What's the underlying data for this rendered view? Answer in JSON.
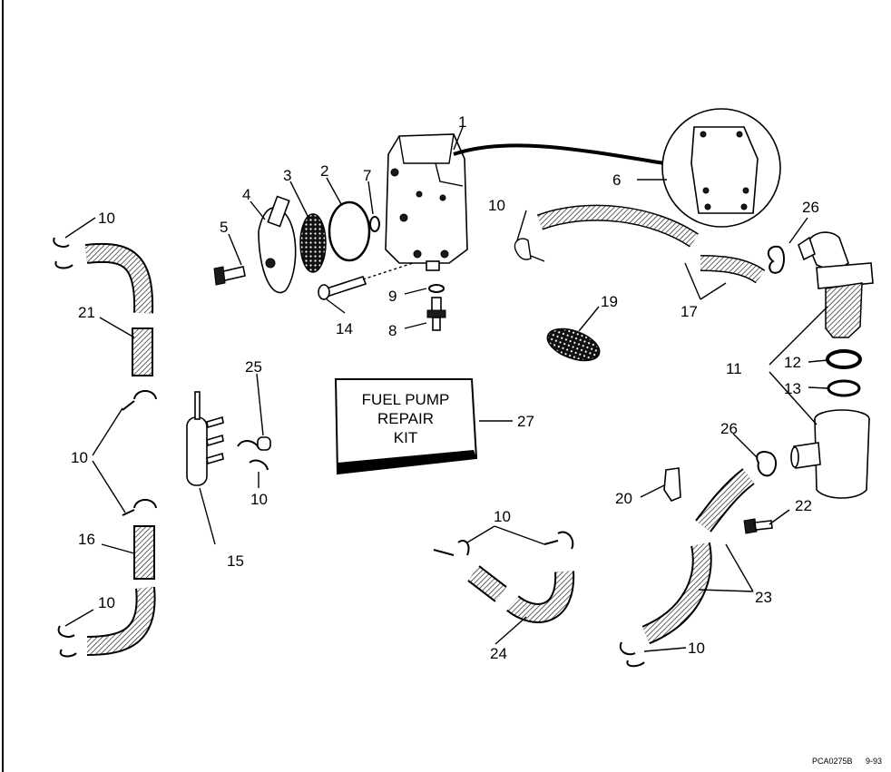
{
  "diagram": {
    "kit_box": {
      "lines": [
        "FUEL PUMP",
        "REPAIR",
        "KIT"
      ],
      "ref": "27"
    },
    "callouts": [
      "1",
      "2",
      "3",
      "4",
      "5",
      "6",
      "7",
      "8",
      "9",
      "10",
      "11",
      "12",
      "13",
      "14",
      "15",
      "16",
      "17",
      "19",
      "20",
      "21",
      "22",
      "23",
      "24",
      "25",
      "26",
      "27"
    ],
    "footer": {
      "code": "PCA0275B",
      "date": "9-93"
    }
  },
  "colors": {
    "ink": "#000000",
    "paper": "#ffffff",
    "hatch": "#333333"
  }
}
